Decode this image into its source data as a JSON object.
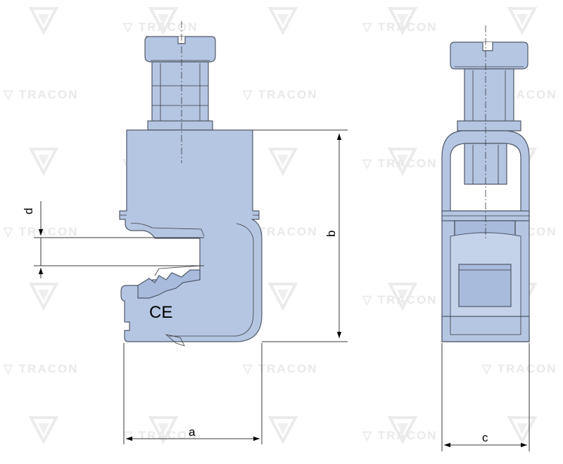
{
  "watermark": {
    "brand": "TRACON"
  },
  "dimensions": {
    "a": "a",
    "b": "b",
    "c": "c",
    "d": "d"
  },
  "marking": {
    "ce": "CE"
  },
  "colors": {
    "part_fill": "#b5c6e3",
    "outline": "#4f5868",
    "dimension_line": "#3a3a3a",
    "watermark": "#e9e9e9"
  }
}
